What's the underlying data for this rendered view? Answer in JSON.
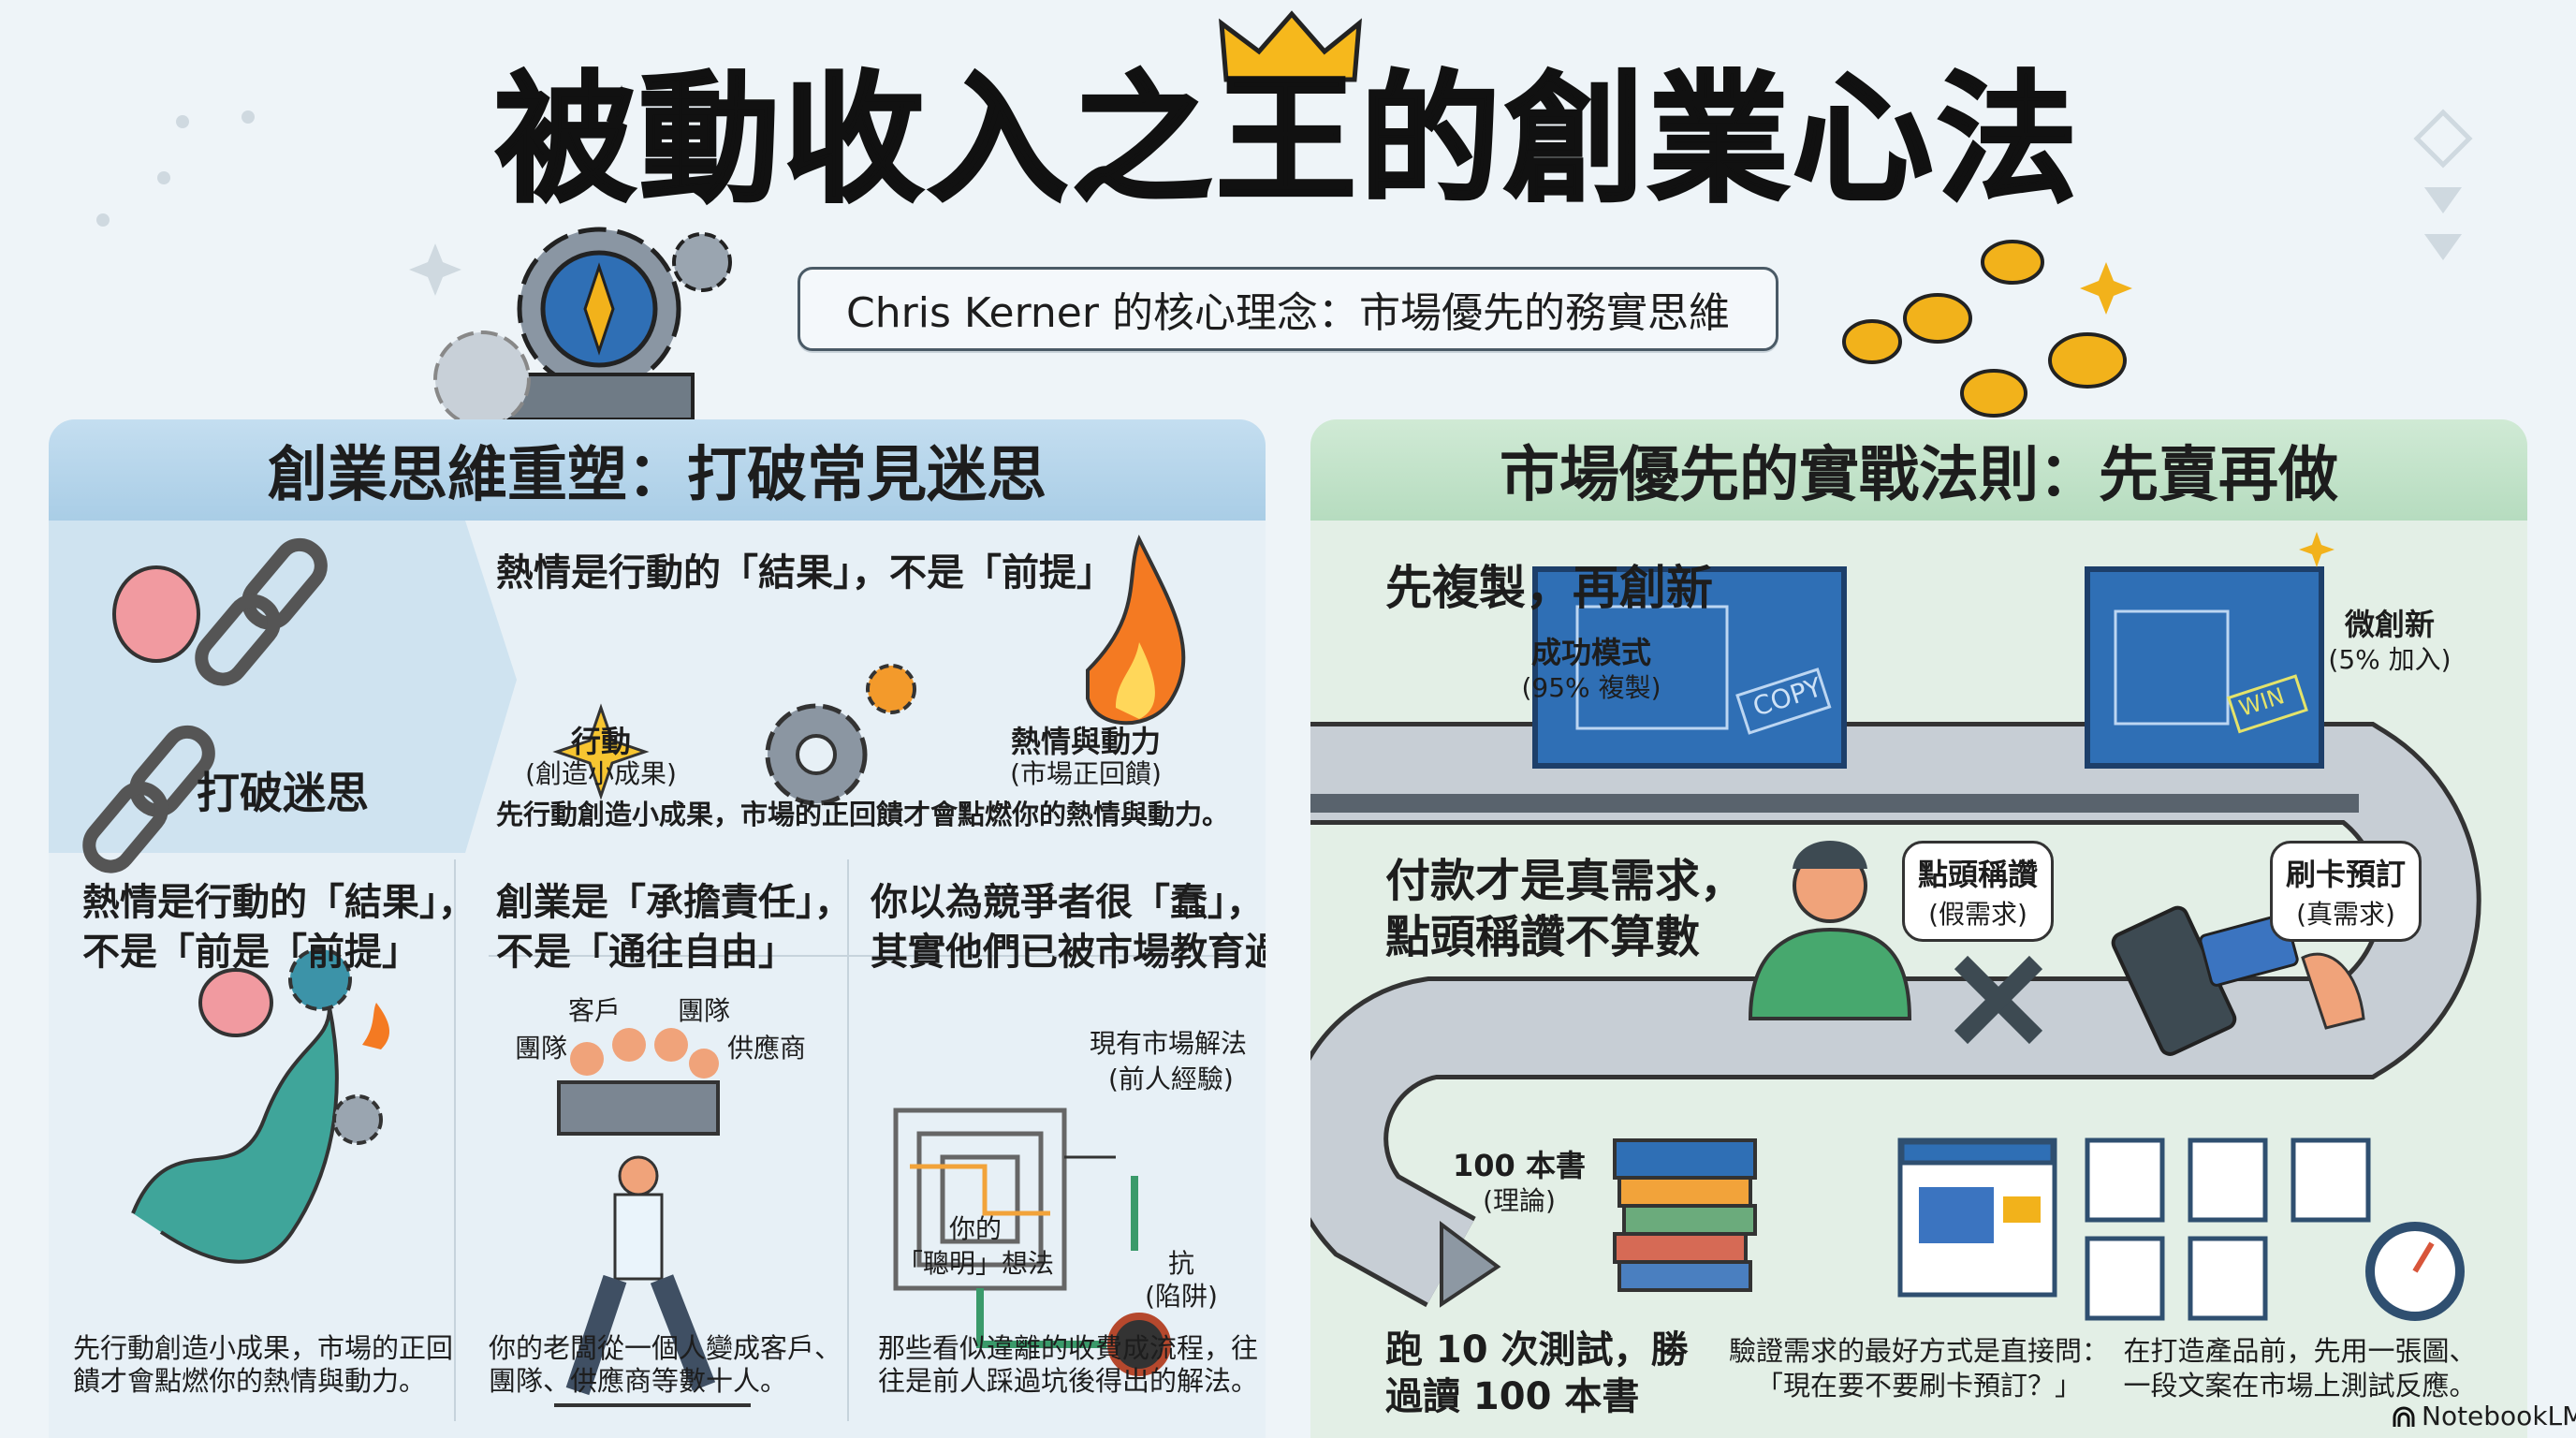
{
  "title": "被動收入之王的創業心法",
  "subtitle": "Chris Kerner 的核心理念：市場優先的務實思維",
  "left_panel": {
    "header": "創業思維重塑：打破常見迷思",
    "myth_label": "打破迷思",
    "intro_heading": "熱情是行動的「結果」，不是「前提」",
    "action_label": "行動",
    "action_sub": "(創造小成果)",
    "passion_label": "熱情與動力",
    "passion_sub": "(市場正回饋)",
    "intro_caption": "先行動創造小成果，市場的正回饋才會點燃你的熱情與動力。",
    "columns": [
      {
        "heading_1": "熱情是行動的「結果」，",
        "heading_2": "不是「前是「前提」",
        "caption_1": "先行動創造小成果，市場的正回",
        "caption_2": "饋才會點燃你的熱情與動力。"
      },
      {
        "heading_1": "創業是「承擔責任」，",
        "heading_2": "不是「通往自由」",
        "caption_1": "你的老闆從一個人變成客戶、",
        "caption_2": "團隊、供應商等數十人。",
        "labels": [
          "客戶",
          "團隊",
          "團隊",
          "供應商"
        ]
      },
      {
        "heading_1": "你以為競爭者很「蠢」，",
        "heading_2": "其實他們已被市場教育過",
        "caption_1": "那些看似違離的收費成流程，往",
        "caption_2": "往是前人踩過坑後得出的解法。",
        "market_label": "現有市場解法",
        "market_sub": "(前人經驗)",
        "your_label": "你的",
        "your_sub": "「聰明」想法",
        "pit_label": "抗",
        "pit_sub": "(陷阱)"
      }
    ]
  },
  "right_panel": {
    "header": "市場優先的實戰法則：先賣再做",
    "copy_heading": "先複製，再創新",
    "success_label": "成功模式",
    "success_sub": "(95% 複製)",
    "copy_stamp": "COPY",
    "win_stamp": "WIN",
    "micro_label": "微創新",
    "micro_sub": "(5% 加入)",
    "pay_heading_1": "付款才是真需求，",
    "pay_heading_2": "點頭稱讚不算數",
    "bubble_fake": "點頭稱讚",
    "bubble_fake_sub": "(假需求)",
    "bubble_real": "刷卡預訂",
    "bubble_real_sub": "(真需求)",
    "books_label": "100 本書",
    "books_sub": "(理論)",
    "tests_1": "跑 10 次測試，勝",
    "tests_2": "過讀 100 本書",
    "ask_1": "驗證需求的最好方式是直接問：",
    "ask_2": "「現在要不要刷卡預訂？」",
    "proto_1": "在打造產品前，先用一張圖、",
    "proto_2": "一段文案在市場上測試反應。"
  },
  "brand": "NotebookLM",
  "colors": {
    "left_header": "#b8d8ec",
    "right_header": "#c5e5cc",
    "blueprint": "#2f6fb5",
    "accent_gold": "#f2b21b",
    "green": "#3a9a6a"
  }
}
